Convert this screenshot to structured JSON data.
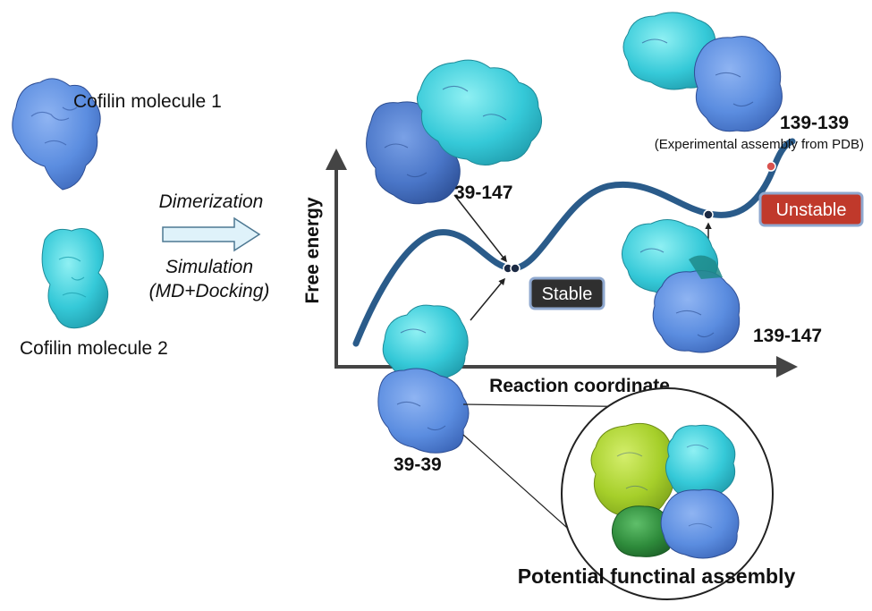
{
  "left_panel": {
    "molecule1_label": "Cofilin molecule 1",
    "molecule2_label": "Cofilin molecule 2",
    "process_top": "Dimerization",
    "process_bottom_line1": "Simulation",
    "process_bottom_line2": "(MD+Docking)"
  },
  "axes": {
    "y_label": "Free energy",
    "x_label": "Reaction coordinate"
  },
  "assemblies": {
    "a39_147": "39-147",
    "a39_39": "39-39",
    "a139_147": "139-147",
    "a139_139": "139-139",
    "a139_139_note": "(Experimental assembly from PDB)"
  },
  "badges": {
    "stable": "Stable",
    "unstable": "Unstable"
  },
  "inset": {
    "caption": "Potential functinal assembly"
  },
  "colors": {
    "curve": "#2a5b8a",
    "cofilin_blue": "#5b8de0",
    "cofilin_cyan": "#35c9d8",
    "lime": "#a6cf2a",
    "green": "#2e8b3b",
    "stable_badge": "#2f2f2f",
    "unstable_badge": "#c0392b",
    "badge_border": "#8fa8cf",
    "arrow_fill": "#dff2fa",
    "arrow_stroke": "#4d7892"
  }
}
